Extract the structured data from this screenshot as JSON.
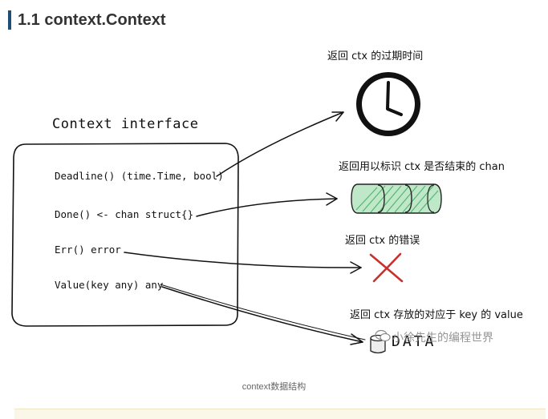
{
  "heading": "1.1 context.Context",
  "interface": {
    "title": "Context interface",
    "methods": [
      "Deadline()  (time.Time, bool)",
      "Done() <- chan struct{}",
      "Err() error",
      "Value(key any) any"
    ]
  },
  "labels": {
    "deadline": "返回 ctx 的过期时间",
    "done": "返回用以标识 ctx 是否结束的 chan",
    "err": "返回 ctx 的错误",
    "value": "返回 ctx 存放的对应于 key 的 value"
  },
  "data_icon_text": "DATA",
  "watermark": "小徐先生的编程世界",
  "caption": "context数据结构",
  "icons": {
    "deadline": "clock-icon",
    "done": "channel-pipe-icon",
    "err": "red-x-icon",
    "value": "database-icon"
  },
  "colors": {
    "heading_bar": "#1f4e79",
    "pipe_fill": "#5ec27a",
    "x_mark": "#c9302c"
  }
}
